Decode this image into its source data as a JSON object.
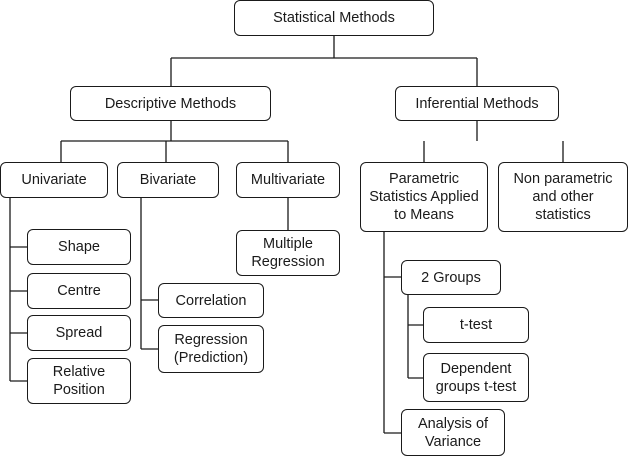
{
  "diagram": {
    "root": "Statistical Methods",
    "descriptive": {
      "label": "Descriptive Methods",
      "univariate": {
        "label": "Univariate",
        "items": [
          "Shape",
          "Centre",
          "Spread",
          "Relative\nPosition"
        ]
      },
      "bivariate": {
        "label": "Bivariate",
        "items": [
          "Correlation",
          "Regression\n(Prediction)"
        ]
      },
      "multivariate": {
        "label": "Multivariate",
        "items": [
          "Multiple\nRegression"
        ]
      }
    },
    "inferential": {
      "label": "Inferential Methods",
      "parametric": {
        "label": "Parametric\nStatistics Applied\nto Means",
        "two_groups": {
          "label": "2 Groups",
          "items": [
            "t-test",
            "Dependent\ngroups t-test"
          ]
        },
        "anova": "Analysis of\nVariance"
      },
      "nonparametric": "Non parametric\nand other\nstatistics"
    }
  }
}
